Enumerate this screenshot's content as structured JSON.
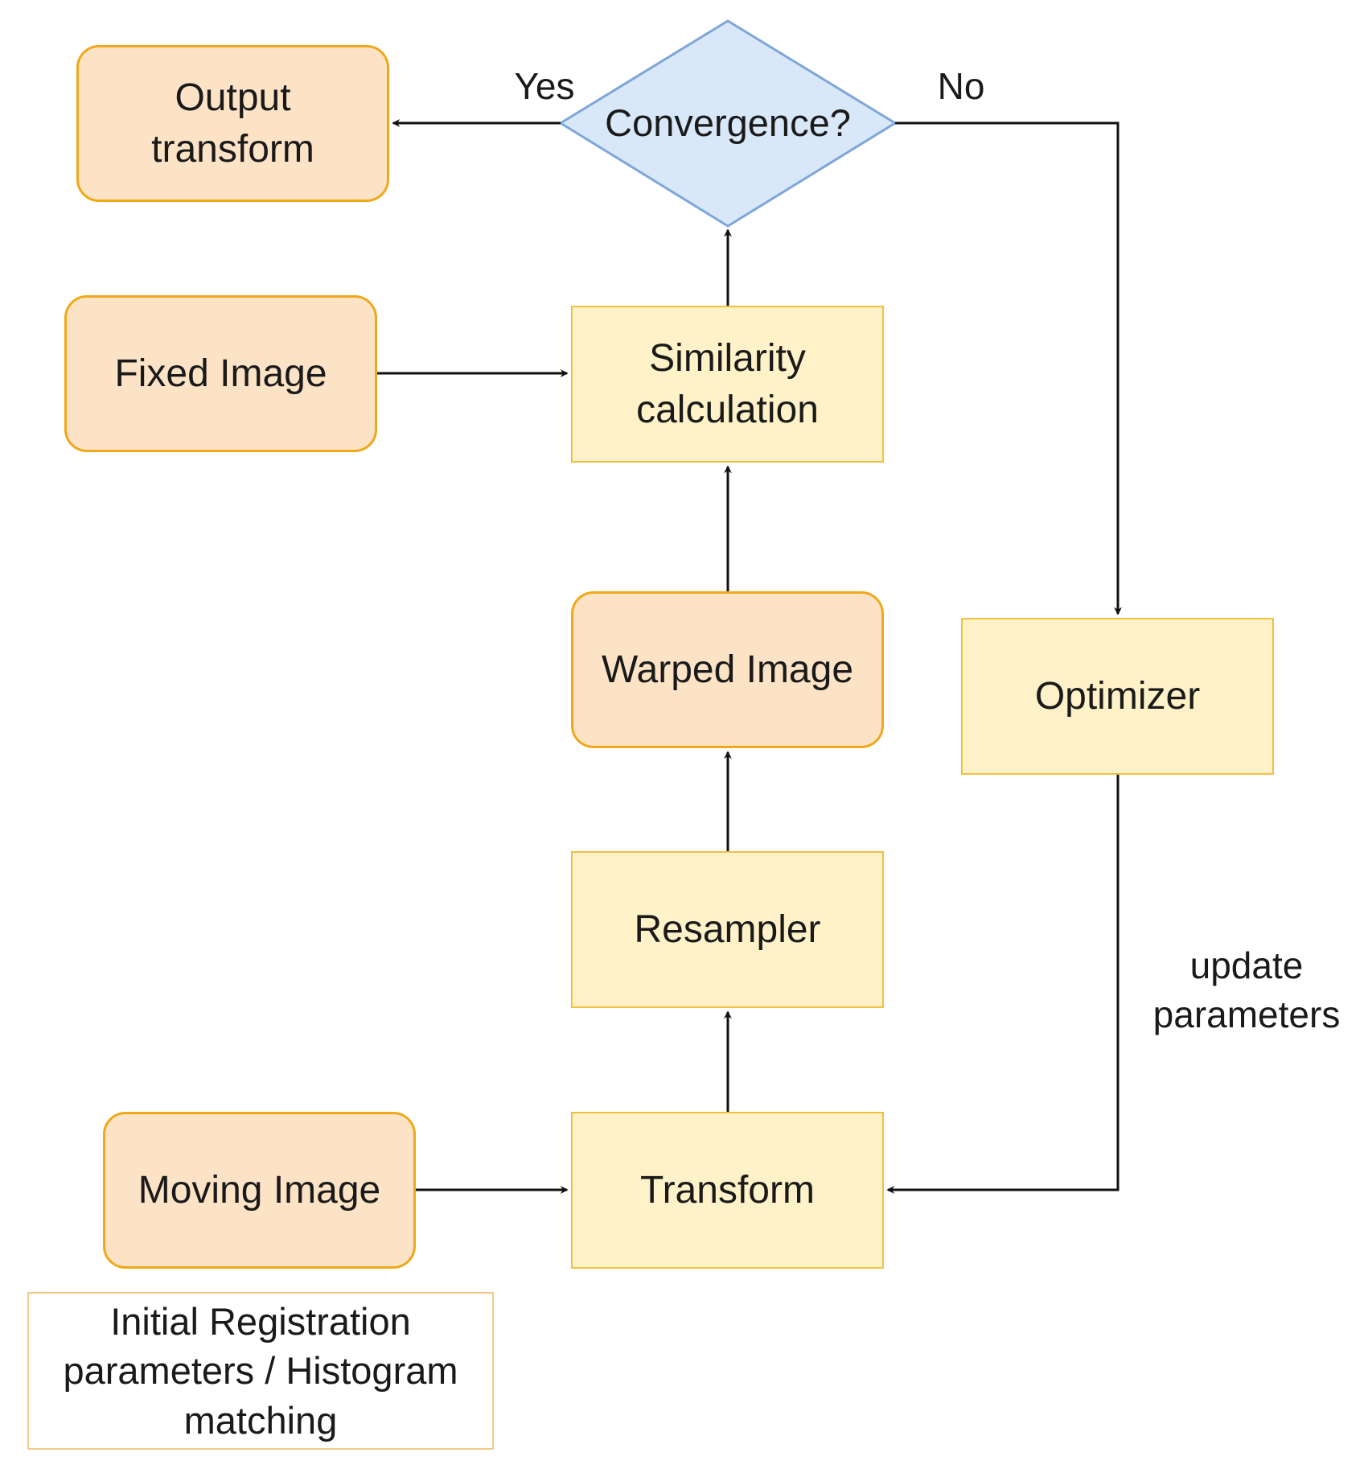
{
  "diagram": {
    "nodes": {
      "output_transform": "Output\ntransform",
      "convergence": "Convergence?",
      "fixed_image": "Fixed Image",
      "similarity": "Similarity\ncalculation",
      "warped_image": "Warped Image",
      "optimizer": "Optimizer",
      "resampler": "Resampler",
      "moving_image": "Moving Image",
      "transform": "Transform",
      "initial_registration": "Initial Registration\nparameters / Histogram\nmatching"
    },
    "edge_labels": {
      "yes": "Yes",
      "no": "No",
      "update_parameters": "update\nparameters"
    },
    "colors": {
      "rounded_fill": "#fde3c6",
      "rounded_border": "#f0a81a",
      "square_fill": "#fff2c8",
      "square_border": "#f0c040",
      "decision_fill": "#d9e8f8",
      "decision_border": "#7ea6d8",
      "arrow": "#111111"
    }
  }
}
